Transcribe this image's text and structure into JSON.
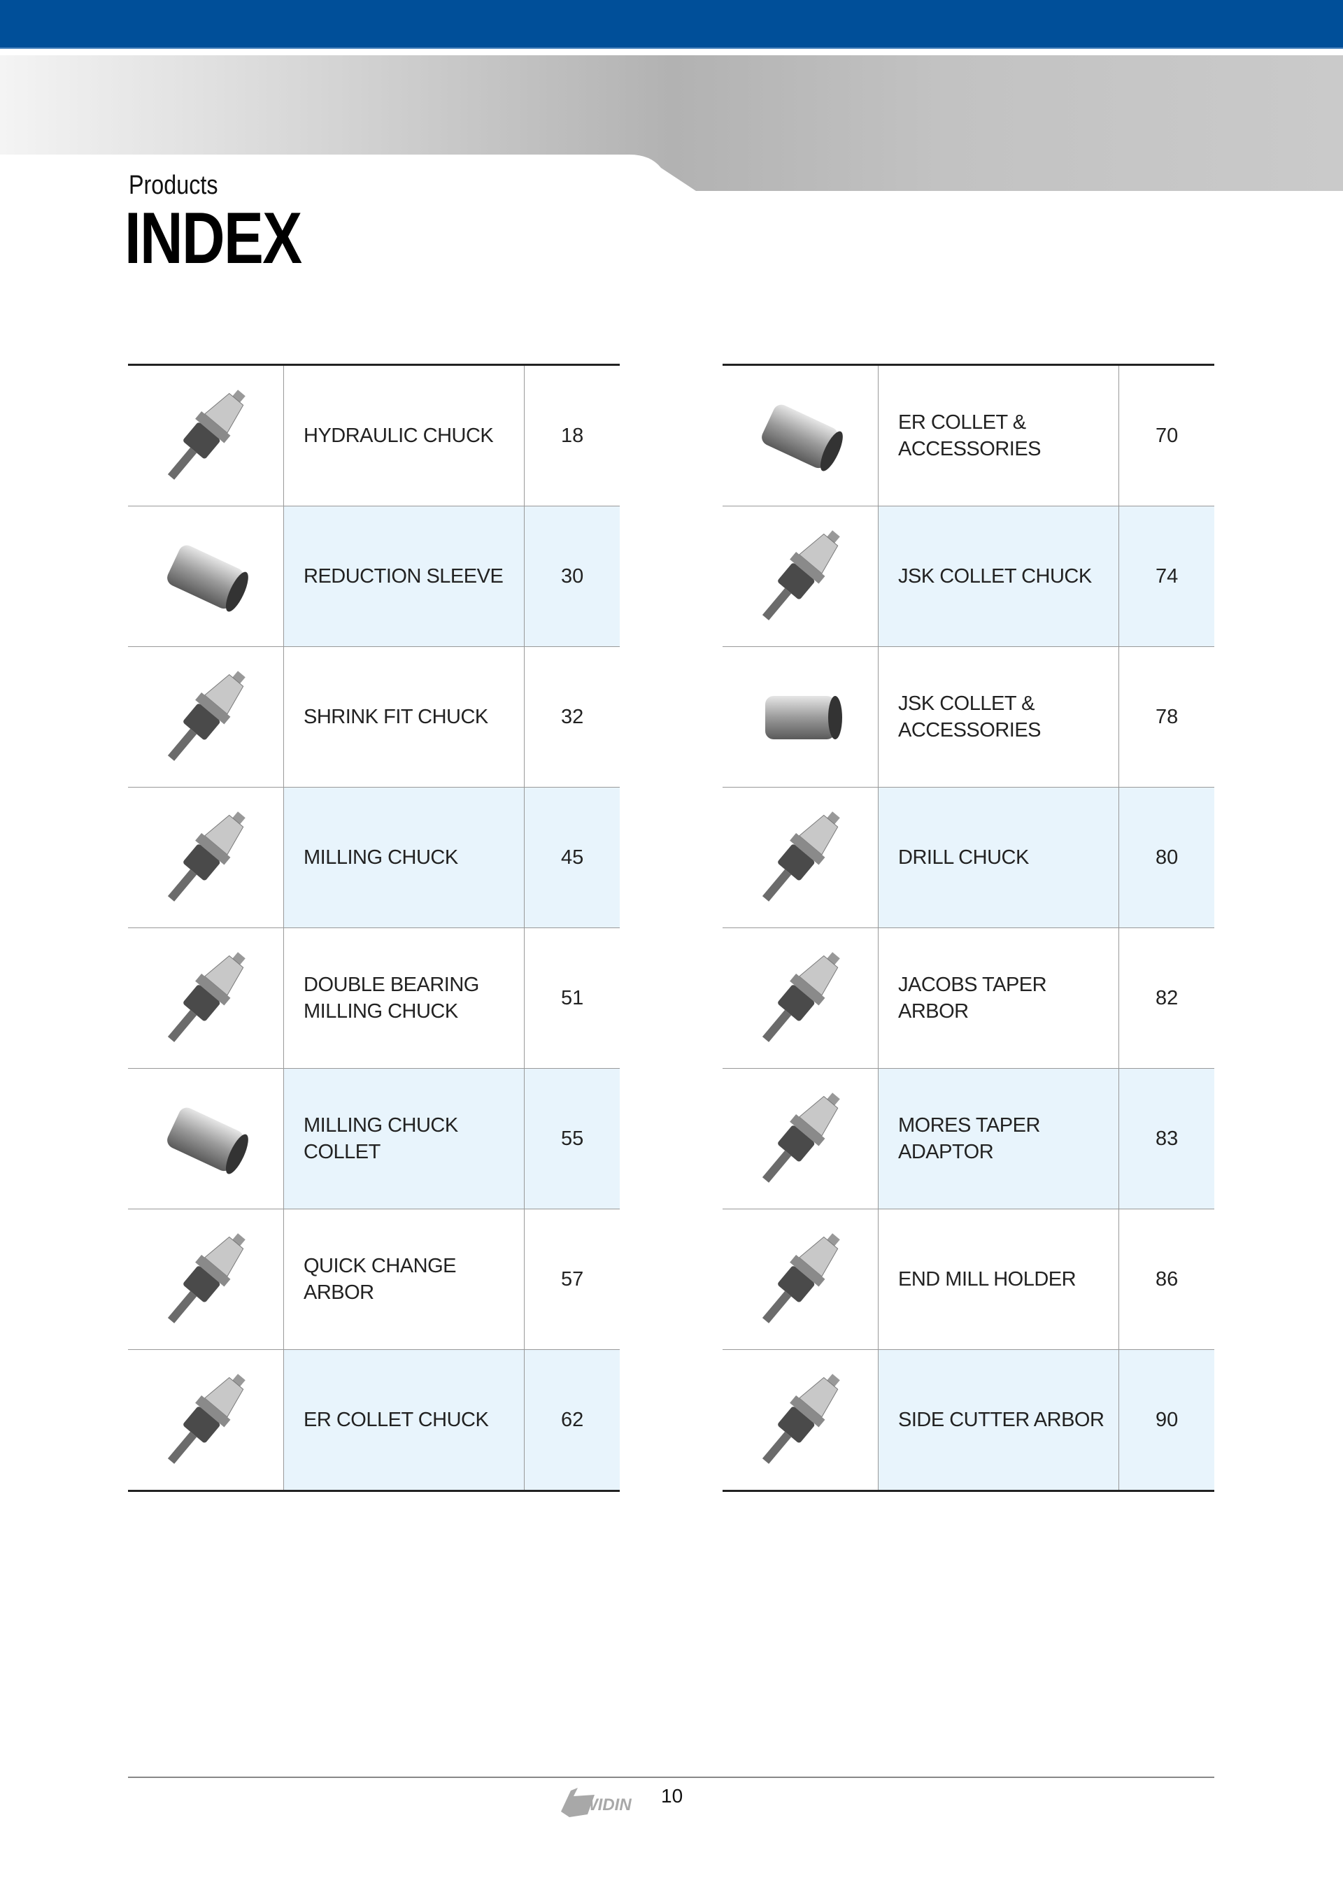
{
  "header": {
    "subtitle": "Products",
    "title": "INDEX"
  },
  "colors": {
    "brand_blue": "#004f99",
    "row_highlight": "#e8f4fc"
  },
  "left_table": [
    {
      "name": "HYDRAULIC CHUCK",
      "page": "18",
      "icon": "hydraulic-chuck"
    },
    {
      "name": "REDUCTION SLEEVE",
      "page": "30",
      "icon": "reduction-sleeve"
    },
    {
      "name": "SHRINK FIT CHUCK",
      "page": "32",
      "icon": "shrink-fit-chuck"
    },
    {
      "name": "MILLING CHUCK",
      "page": "45",
      "icon": "milling-chuck"
    },
    {
      "name": "DOUBLE BEARING\nMILLING CHUCK",
      "page": "51",
      "icon": "double-bearing-milling-chuck"
    },
    {
      "name": "MILLING CHUCK\nCOLLET",
      "page": "55",
      "icon": "milling-chuck-collet"
    },
    {
      "name": "QUICK CHANGE\nARBOR",
      "page": "57",
      "icon": "quick-change-arbor"
    },
    {
      "name": "ER COLLET CHUCK",
      "page": "62",
      "icon": "er-collet-chuck"
    }
  ],
  "right_table": [
    {
      "name": "ER COLLET &\nACCESSORIES",
      "page": "70",
      "icon": "er-collet"
    },
    {
      "name": "JSK COLLET CHUCK",
      "page": "74",
      "icon": "jsk-collet-chuck"
    },
    {
      "name": "JSK COLLET &\nACCESSORIES",
      "page": "78",
      "icon": "jsk-collet"
    },
    {
      "name": "DRILL CHUCK",
      "page": "80",
      "icon": "drill-chuck"
    },
    {
      "name": "JACOBS TAPER ARBOR",
      "page": "82",
      "icon": "jacobs-taper-arbor"
    },
    {
      "name": "MORES TAPER\nADAPTOR",
      "page": "83",
      "icon": "morse-taper-adaptor"
    },
    {
      "name": "END MILL HOLDER",
      "page": "86",
      "icon": "end-mill-holder"
    },
    {
      "name": "SIDE CUTTER ARBOR",
      "page": "90",
      "icon": "side-cutter-arbor"
    }
  ],
  "footer": {
    "logo_text": "WIDIN",
    "page_number": "10"
  }
}
